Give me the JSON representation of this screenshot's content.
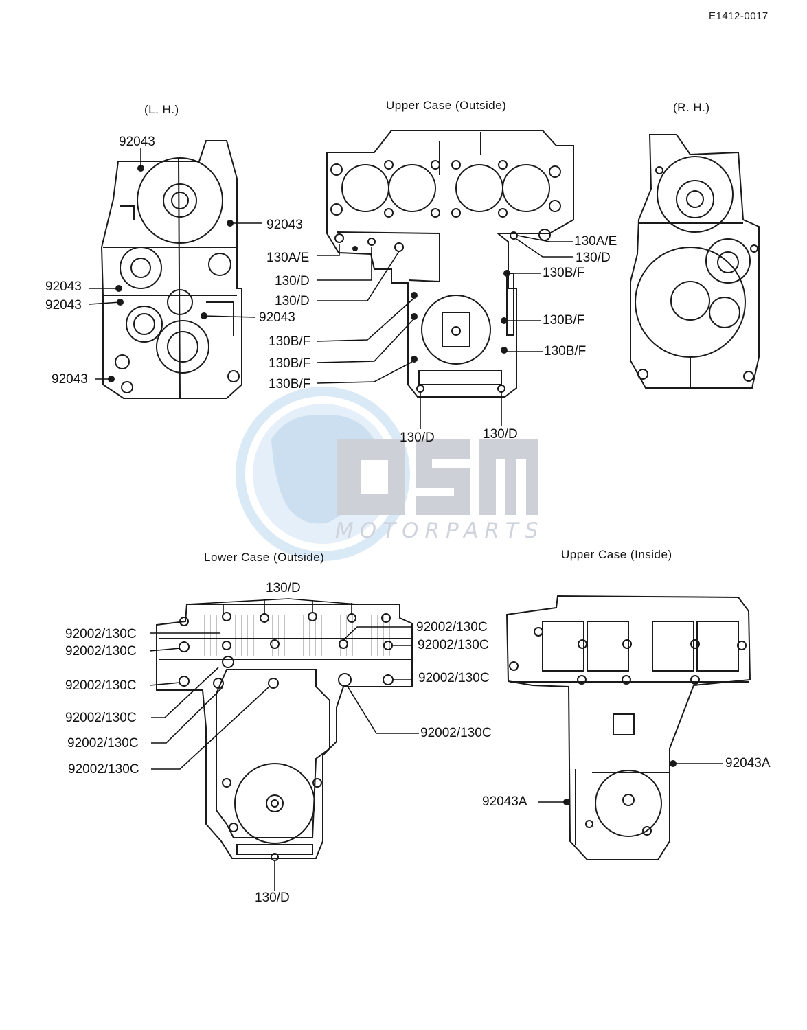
{
  "diagram_code": "E1412-0017",
  "views": {
    "lh": "(L. H.)",
    "upper_outside": "Upper Case (Outside)",
    "rh": "(R. H.)",
    "lower_outside": "Lower Case (Outside)",
    "upper_inside": "Upper Case (Inside)"
  },
  "callouts": {
    "lh": [
      "92043",
      "92043",
      "92043",
      "92043",
      "92043",
      "92043"
    ],
    "upper_outside": [
      "130A/E",
      "130/D",
      "130/D",
      "130B/F",
      "130B/F",
      "130B/F",
      "130A/E",
      "130/D",
      "130B/F",
      "130B/F",
      "130B/F",
      "130/D",
      "130/D"
    ],
    "lower_outside": [
      "130/D",
      "92002/130C",
      "92002/130C",
      "92002/130C",
      "92002/130C",
      "92002/130C",
      "92002/130C",
      "92002/130C",
      "92002/130C",
      "92002/130C",
      "92002/130C",
      "130/D"
    ],
    "upper_inside": [
      "92043A",
      "92043A"
    ]
  },
  "watermark": {
    "logo_text": "OSM",
    "text": "MOTORPARTS",
    "colors": {
      "globe": "#cfe2f3",
      "letters": "#c8ccd2"
    }
  }
}
